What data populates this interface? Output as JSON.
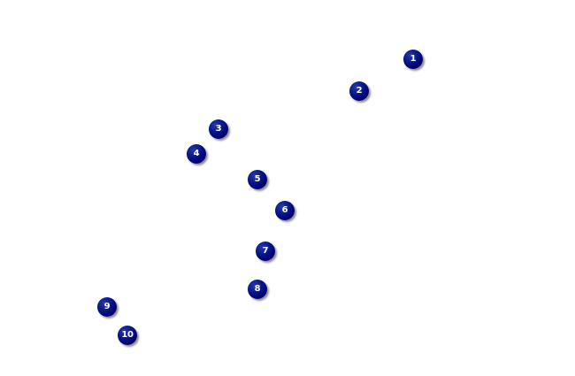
{
  "markers": [
    {
      "label": "1"
    },
    {
      "label": "2"
    },
    {
      "label": "3"
    },
    {
      "label": "4"
    },
    {
      "label": "5"
    },
    {
      "label": "6"
    },
    {
      "label": "7"
    },
    {
      "label": "8"
    },
    {
      "label": "9"
    },
    {
      "label": "10"
    }
  ],
  "colors": {
    "marker_fill": "#00006e",
    "marker_text": "#ffffff",
    "background": "#ffffff"
  }
}
